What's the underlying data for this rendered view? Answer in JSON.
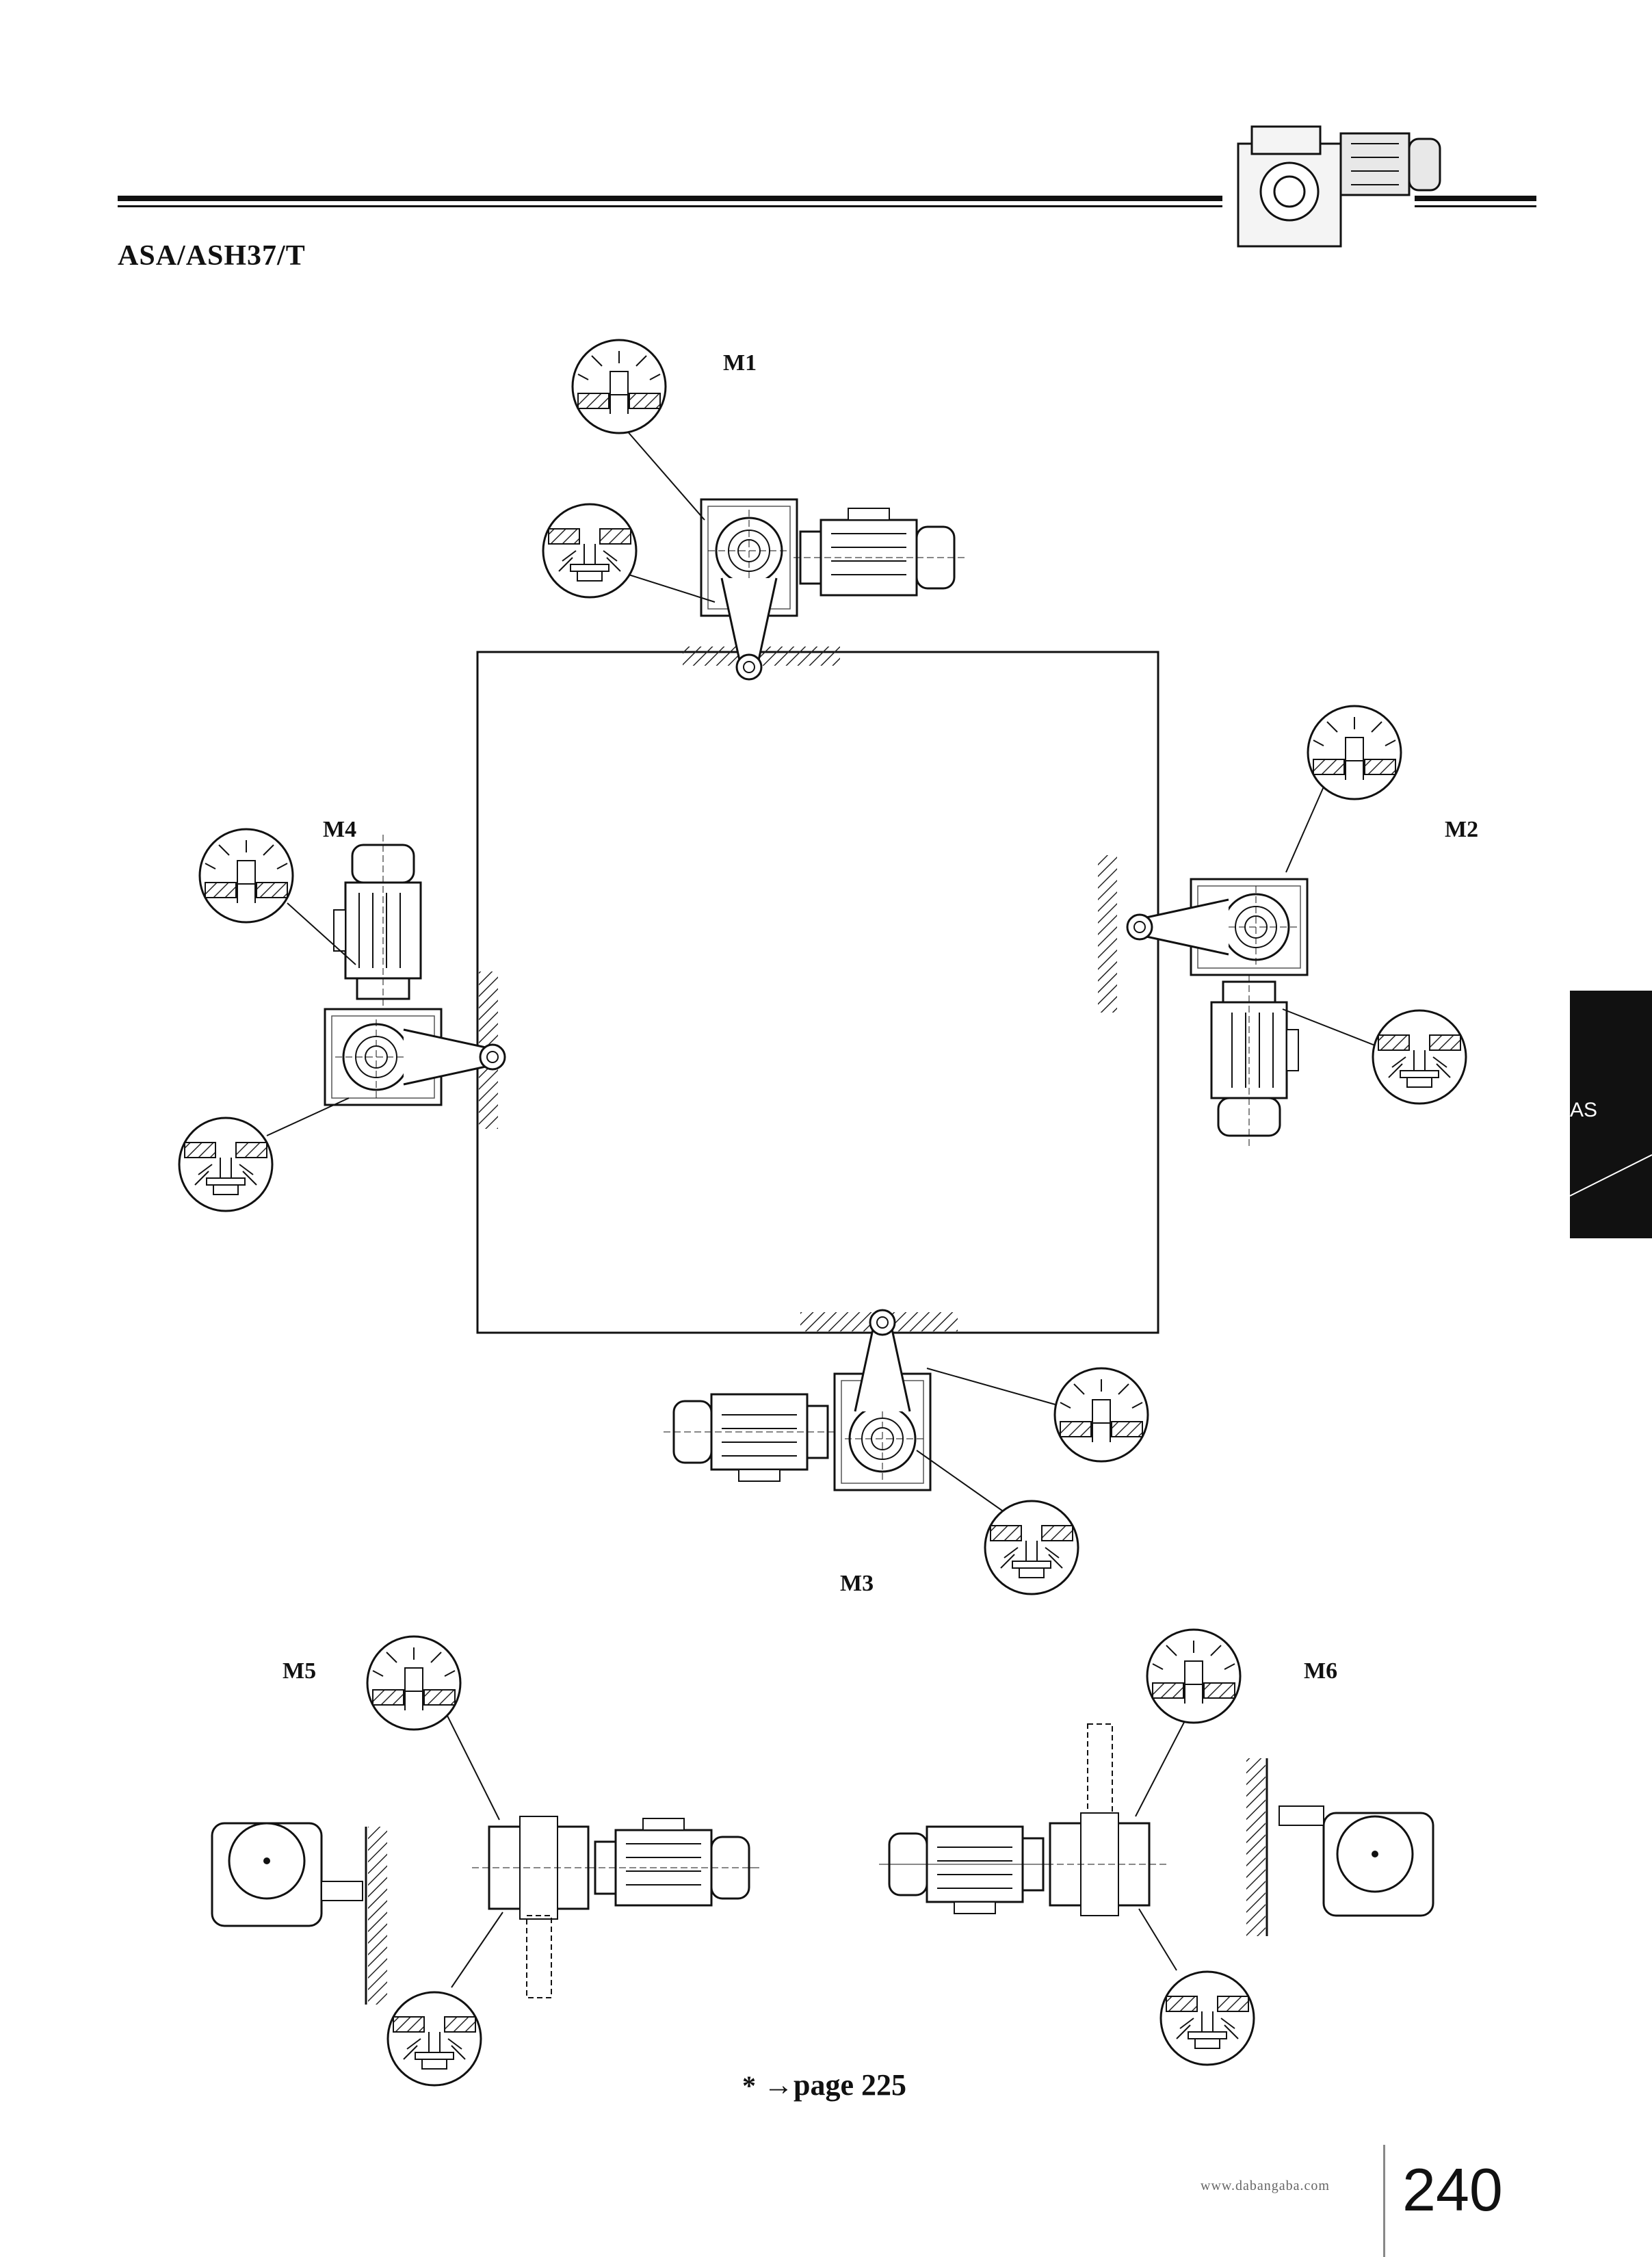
{
  "header": {
    "product_image_icon": "gear-motor-icon"
  },
  "section": {
    "title": "ASA/ASH37/T"
  },
  "mounting_positions": {
    "m1": "M1",
    "m2": "M2",
    "m3": "M3",
    "m4": "M4",
    "m5": "M5",
    "m6": "M6"
  },
  "reference": {
    "star": "*",
    "text": "→page 225"
  },
  "side_tab": {
    "label": "AS"
  },
  "footer": {
    "website": "www.dabangaba.com",
    "page_number": "240"
  }
}
